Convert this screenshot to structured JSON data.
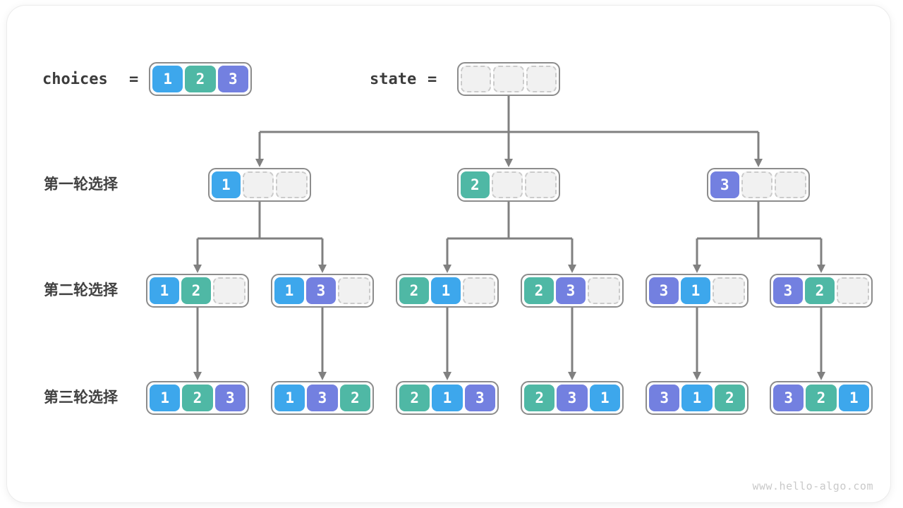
{
  "header": {
    "choices_label": "choices",
    "equals": "=",
    "choices_values": [
      1,
      2,
      3
    ],
    "state_label": "state",
    "state_values": [
      null,
      null,
      null
    ]
  },
  "rows": [
    {
      "label": "第一轮选择",
      "nodes": [
        [
          1,
          null,
          null
        ],
        [
          2,
          null,
          null
        ],
        [
          3,
          null,
          null
        ]
      ]
    },
    {
      "label": "第二轮选择",
      "nodes": [
        [
          1,
          2,
          null
        ],
        [
          1,
          3,
          null
        ],
        [
          2,
          1,
          null
        ],
        [
          2,
          3,
          null
        ],
        [
          3,
          1,
          null
        ],
        [
          3,
          2,
          null
        ]
      ]
    },
    {
      "label": "第三轮选择",
      "nodes": [
        [
          1,
          2,
          3
        ],
        [
          1,
          3,
          2
        ],
        [
          2,
          1,
          3
        ],
        [
          2,
          3,
          1
        ],
        [
          3,
          1,
          2
        ],
        [
          3,
          2,
          1
        ]
      ]
    }
  ],
  "colors": {
    "1": "#3DA7EC",
    "2": "#4FB8A5",
    "3": "#7380E0",
    "edge": "#808080"
  },
  "footer": "www.hello-algo.com"
}
